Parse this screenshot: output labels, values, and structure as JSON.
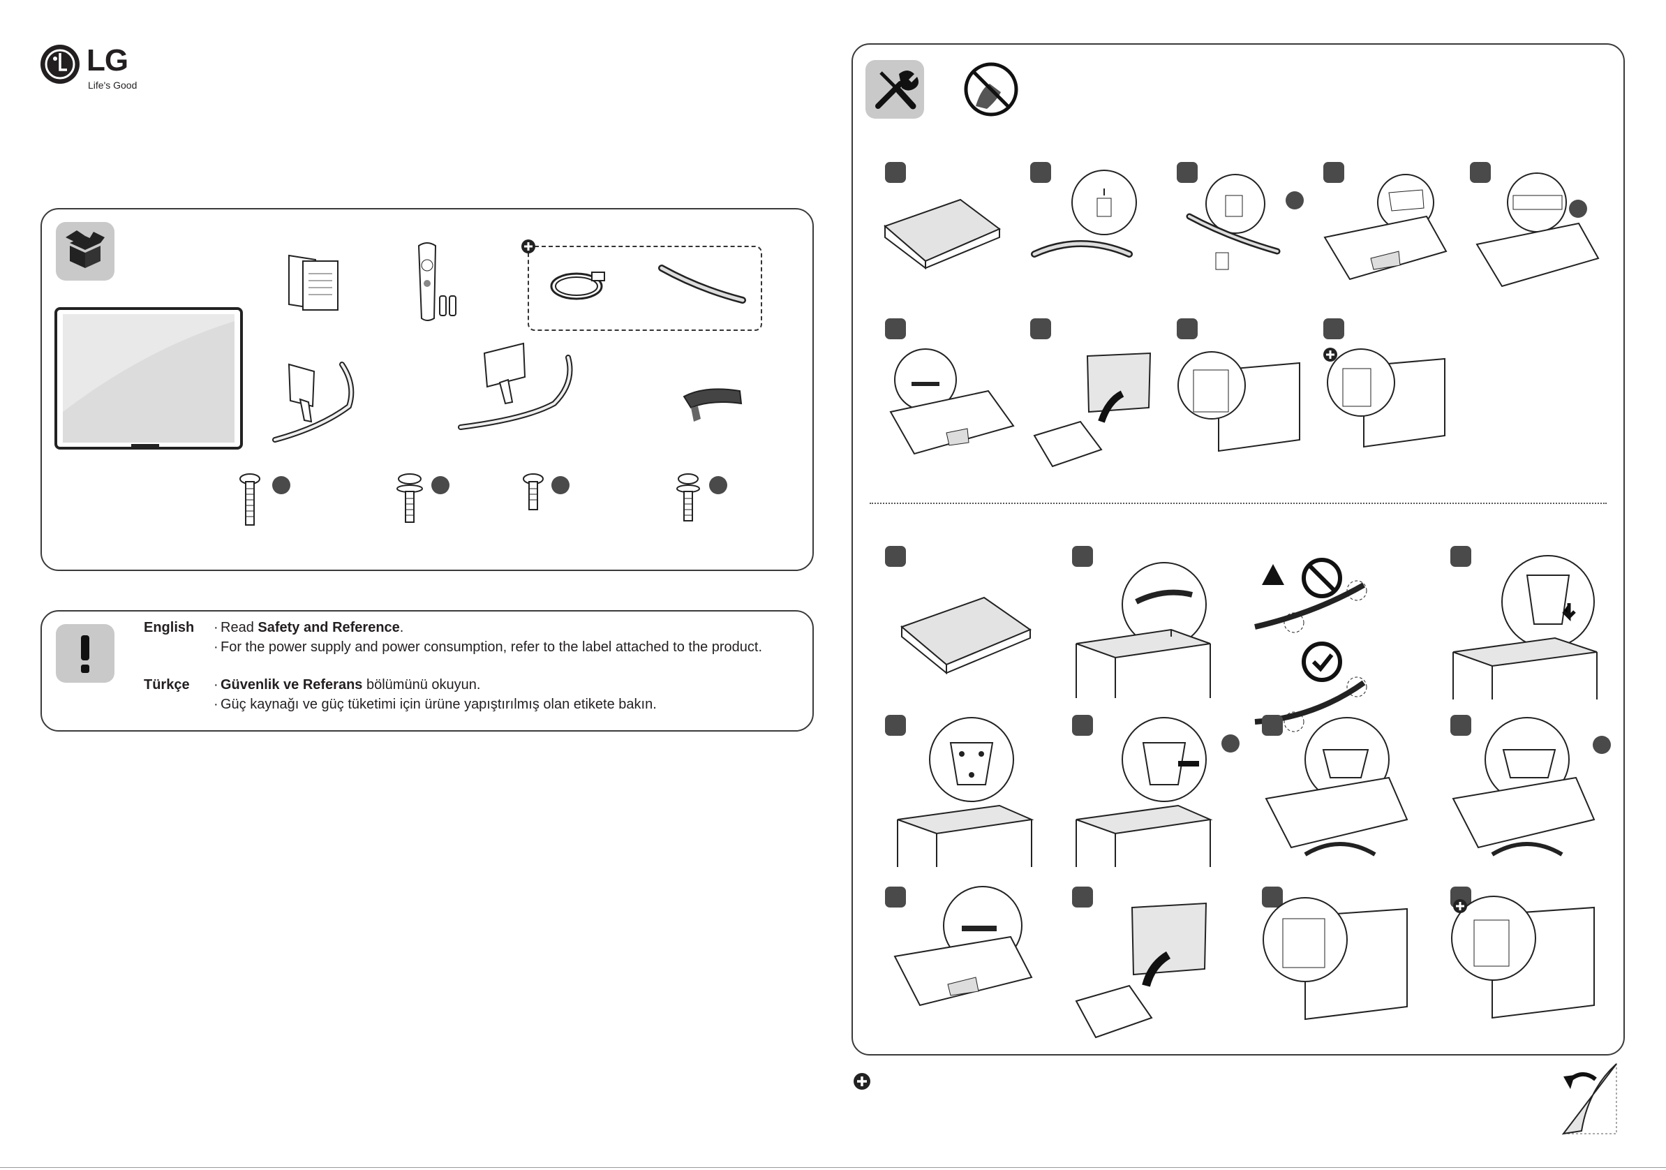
{
  "brand": {
    "logo": "LG",
    "tagline": "Life's Good"
  },
  "notice": {
    "english": {
      "label": "English",
      "line1_pre": "Read ",
      "line1_bold": "Safety and Reference",
      "line1_post": ".",
      "line2": "For the power supply and power consumption,  refer to the label attached to the product."
    },
    "turkce": {
      "label": "Türkçe",
      "line1_bold": "Güvenlik ve Referans",
      "line1_post": " bölümünü okuyun.",
      "line2": "Güç kaynağı ve güç tüketimi için ürüne yapıştırılmış olan etikete bakın."
    }
  },
  "icons": {
    "box": "open-box-icon",
    "tools": "screwdriver-wrench-icon",
    "no_press": "no-pressing-screen-icon",
    "warning": "exclamation-icon",
    "optional": "plus-circle-icon",
    "page_turn": "page-turn-icon"
  },
  "colors": {
    "panel_border": "#3a3a3a",
    "icon_box": "#c9c9c9",
    "step_badge": "#4a4a4a"
  }
}
